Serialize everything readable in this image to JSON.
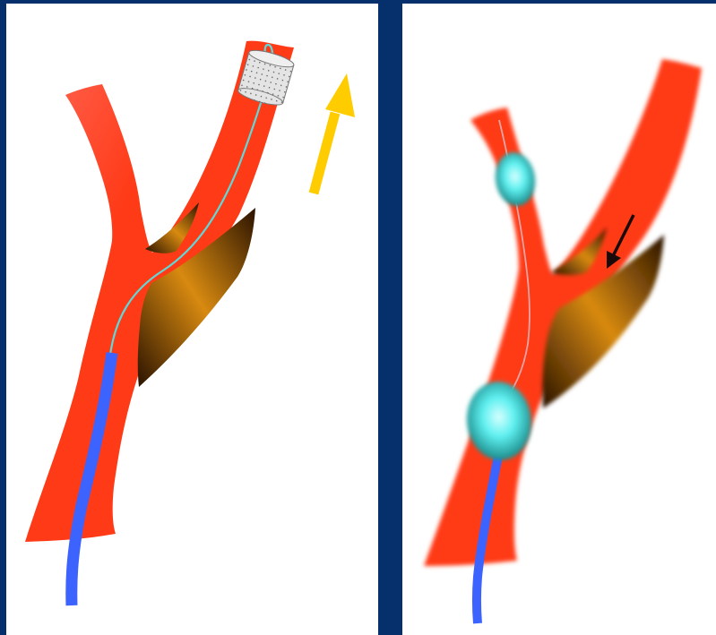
{
  "colors": {
    "background": "#05306b",
    "panel": "#ffffff",
    "vessel": "#ff3a17",
    "vessel_highlight": "#ff5a4a",
    "plaque_dark": "#3a1d05",
    "plaque_light": "#d88a10",
    "sheath": "#3d63ff",
    "guidewire": "#5fd8d8",
    "direction_arrow": "#ffcc00",
    "flow_arrow": "#1a0a0a",
    "balloon": "#5ff0f0",
    "filter_device": "#e2e2e2"
  },
  "panels": [
    {
      "id": "left",
      "device": "filter-basket",
      "icons": [
        "vessel-bifurcation-icon",
        "plaque-icon",
        "guidewire-icon",
        "sheath-catheter-icon",
        "filter-basket-icon",
        "direction-arrow-icon"
      ]
    },
    {
      "id": "right",
      "device": "occlusion-balloons",
      "icons": [
        "vessel-bifurcation-icon",
        "plaque-icon",
        "guidewire-icon",
        "sheath-catheter-icon",
        "occlusion-balloon-icon",
        "flow-arrow-icon"
      ]
    }
  ]
}
